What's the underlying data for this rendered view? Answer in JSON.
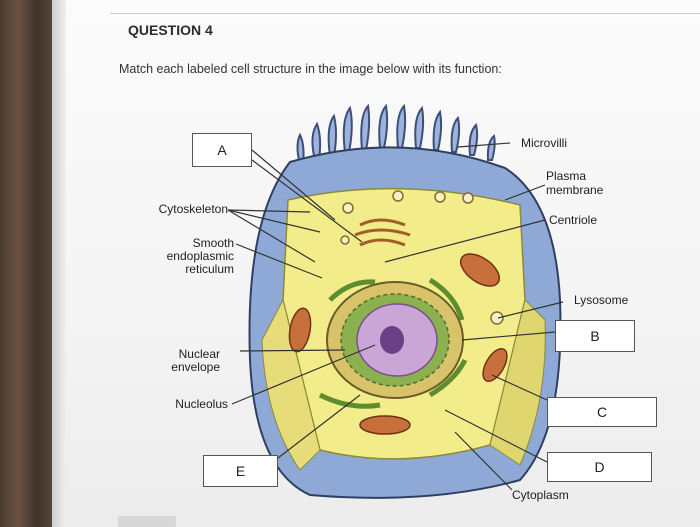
{
  "question": {
    "title": "QUESTION 4",
    "prompt": "Match each labeled cell structure in the image below with its function:"
  },
  "figure": {
    "box_labels": {
      "a": "A",
      "b": "B",
      "c": "C",
      "d": "D",
      "e": "E"
    },
    "labels": {
      "microvilli": "Microvilli",
      "plasma_membrane_1": "Plasma",
      "plasma_membrane_2": "membrane",
      "centriole": "Centriole",
      "lysosome": "Lysosome",
      "cytoplasm": "Cytoplasm",
      "cytoskeleton": "Cytoskeleton",
      "smooth_er_1": "Smooth",
      "smooth_er_2": "endoplasmic",
      "smooth_er_3": "reticulum",
      "nuclear_envelope_1": "Nuclear",
      "nuclear_envelope_2": "envelope",
      "nucleolus": "Nucleolus"
    }
  },
  "colors": {
    "cell_blue": "#8fa9d6",
    "cytoplasm_yellow": "#f3ec8a",
    "nucleus_purple": "#c9a6d6",
    "organelle_green": "#7fb247"
  }
}
